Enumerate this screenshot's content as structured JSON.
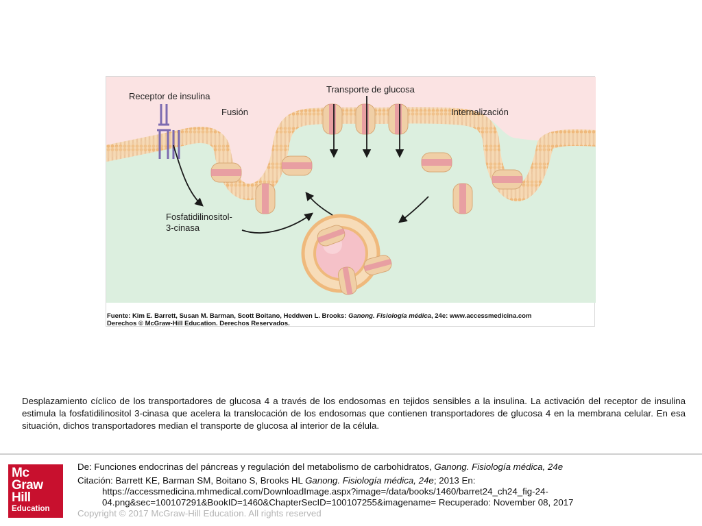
{
  "figure": {
    "labels": {
      "insulin_receptor": "Receptor de insulina",
      "fusion": "Fusión",
      "glucose_transport": "Transporte de glucosa",
      "internalization": "Internalización",
      "pi3k_line1": "Fosfatidilinositol-",
      "pi3k_line2": "3-cinasa"
    },
    "source_line1_prefix": "Fuente: Kim E. Barrett, Susan M. Barman, Scott Boitano, Heddwen L. Brooks: ",
    "source_line1_title": "Ganong. Fisiología médica",
    "source_line1_suffix": ", 24e: www.accessmedicina.com",
    "source_line2": "Derechos © McGraw-Hill Education. Derechos Reservados.",
    "colors": {
      "extracellular": "#fbe3e3",
      "cytoplasm": "#dcefdf",
      "membrane_head": "#f0c08a",
      "membrane_tail": "#f6d9b4",
      "transporter": "#f0cfa6",
      "transporter_core": "#e58fa0",
      "receptor": "#7c6bb0",
      "vesicle_core": "#f5c1c8"
    }
  },
  "caption": "Desplazamiento cíclico de los transportadores de glucosa 4 a través de los endosomas en tejidos sensibles a la insulina. La activación del receptor de insulina estimula la fosfatidilinositol 3-cinasa que acelera la translocación de los endosomas que contienen transportadores de glucosa 4 en la membrana celular. En esa situación, dichos transportadores median el transporte de glucosa al interior de la célula.",
  "footer": {
    "from_prefix": "De: Funciones endocrinas del páncreas y regulación del metabolismo de carbohidratos, ",
    "from_book": "Ganong. Fisiología médica, 24e",
    "citation_prefix": "Citación: Barrett KE, Barman SM, Boitano S, Brooks HL  ",
    "citation_book": "Ganong. Fisiología médica, 24e",
    "citation_suffix": "; 2013 En:",
    "url_line1": "https://accessmedicina.mhmedical.com/DownloadImage.aspx?image=/data/books/1460/barret24_ch24_fig-24-",
    "url_line2": "04.png&sec=100107291&BookID=1460&ChapterSecID=100107255&imagename= Recuperado: November 08, 2017",
    "copyright": "Copyright © 2017 McGraw-Hill Education. All rights reserved"
  },
  "logo": {
    "line1": "Mc",
    "line2": "Graw",
    "line3": "Hill",
    "line4": "Education"
  }
}
